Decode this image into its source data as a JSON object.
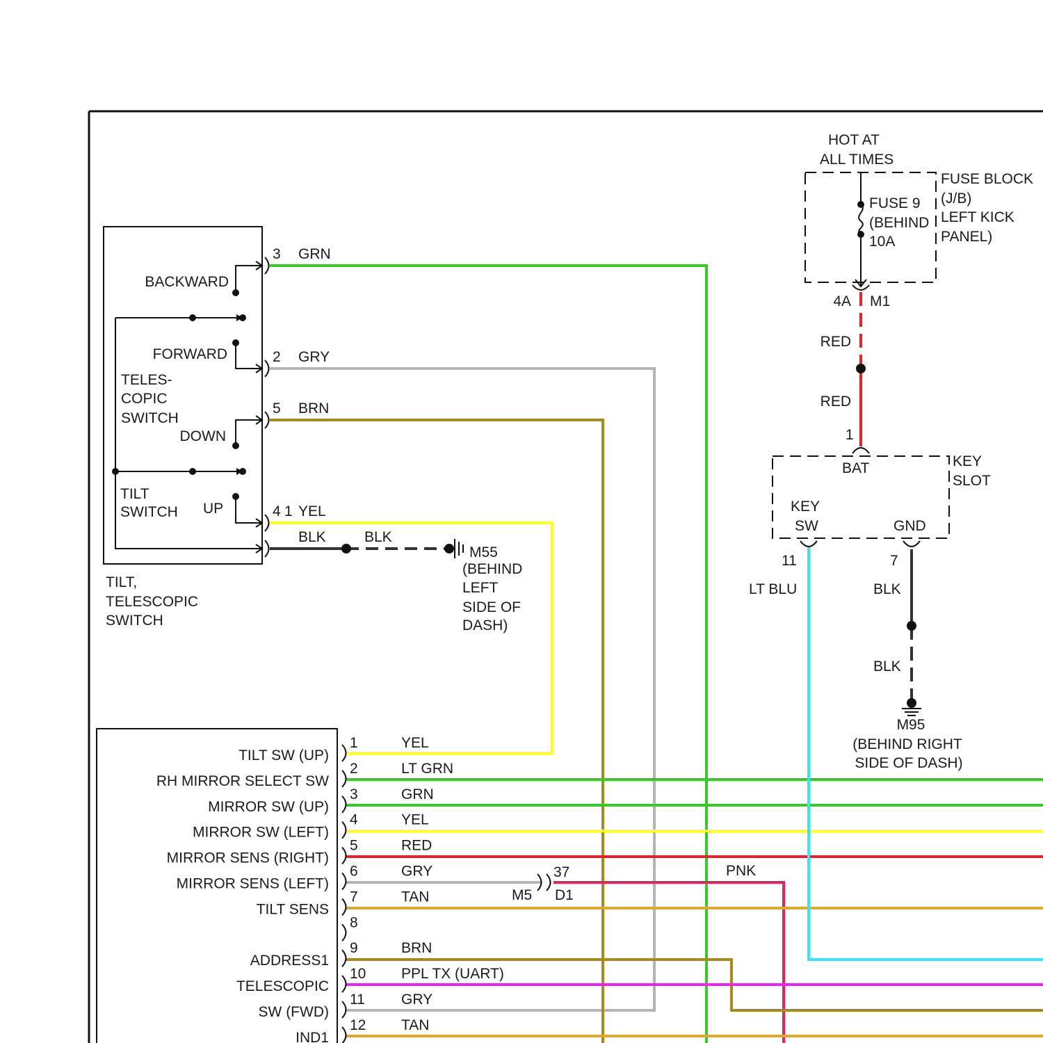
{
  "switch": {
    "backward": "BACKWARD",
    "forward": "FORWARD",
    "telescopic_1": "TELES-",
    "telescopic_2": "COPIC",
    "telescopic_3": "SWITCH",
    "down": "DOWN",
    "tilt_1": "TILT",
    "tilt_2": "SWITCH",
    "up": "UP",
    "title_1": "TILT,",
    "title_2": "TELESCOPIC",
    "title_3": "SWITCH"
  },
  "switch_pins": [
    {
      "pin": "3",
      "color": "GRN"
    },
    {
      "pin": "2",
      "color": "GRY"
    },
    {
      "pin": "5",
      "color": "BRN"
    },
    {
      "pin": "4",
      "pin2": "1",
      "color": "YEL"
    }
  ],
  "ground_m55": {
    "wire1": "BLK",
    "wire2": "BLK",
    "name": "M55",
    "loc_1": "(BEHIND",
    "loc_2": "LEFT",
    "loc_3": "SIDE OF",
    "loc_4": "DASH)"
  },
  "fuse_block": {
    "hot_1": "HOT AT",
    "hot_2": "ALL TIMES",
    "fuse_1": "FUSE 9",
    "fuse_2": "(BEHIND",
    "fuse_3": "10A",
    "block_1": "FUSE BLOCK",
    "block_2": "(J/B)",
    "block_3": "LEFT KICK",
    "block_4": "PANEL)",
    "conn_pin": "4A",
    "conn_name": "M1",
    "wire_upper": "RED",
    "wire_lower": "RED"
  },
  "key_slot": {
    "bat_pin": "1",
    "bat": "BAT",
    "title_1": "KEY",
    "title_2": "SLOT",
    "keysw_1": "KEY",
    "keysw_2": "SW",
    "gnd": "GND",
    "pin_keysw": "11",
    "pin_gnd": "7",
    "wire_keysw": "LT BLU",
    "wire_gnd_upper": "BLK",
    "wire_gnd_lower": "BLK"
  },
  "ground_m95": {
    "name": "M95",
    "loc_1": "(BEHIND RIGHT",
    "loc_2": "SIDE OF DASH)"
  },
  "module_pins": [
    {
      "label": "TILT SW (UP)",
      "pin": "1",
      "wire": "YEL"
    },
    {
      "label": "RH MIRROR SELECT SW",
      "pin": "2",
      "wire": "LT GRN"
    },
    {
      "label": "MIRROR SW (UP)",
      "pin": "3",
      "wire": "GRN"
    },
    {
      "label": "MIRROR SW (LEFT)",
      "pin": "4",
      "wire": "YEL"
    },
    {
      "label": "MIRROR SENS (RIGHT)",
      "pin": "5",
      "wire": "RED"
    },
    {
      "label": "MIRROR SENS (LEFT)",
      "pin": "6",
      "wire": "GRY"
    },
    {
      "label": "TILT SENS",
      "pin": "7",
      "wire": "TAN"
    },
    {
      "label": "",
      "pin": "8",
      "wire": ""
    },
    {
      "label": "ADDRESS1",
      "pin": "9",
      "wire": "BRN"
    },
    {
      "label": "TELESCOPIC",
      "pin": "10",
      "wire": "PPL TX (UART)"
    },
    {
      "label": "SW (FWD)",
      "pin": "11",
      "wire": "GRY"
    },
    {
      "label": "IND1",
      "pin": "12",
      "wire": "TAN"
    }
  ],
  "inline_connector": {
    "m5": "M5",
    "pin": "37",
    "d1": "D1",
    "wire_after": "PNK"
  },
  "colors": {
    "GRN": "#33cc22",
    "GRY": "#b4b4b4",
    "BRN": "#a8891c",
    "YEL": "#ffff22",
    "BLK": "#333333",
    "RED": "#e6222b",
    "LT BLU": "#33e6ef",
    "PNK": "#e6225f",
    "TAN": "#e0a828",
    "PPL": "#ee22ee"
  }
}
